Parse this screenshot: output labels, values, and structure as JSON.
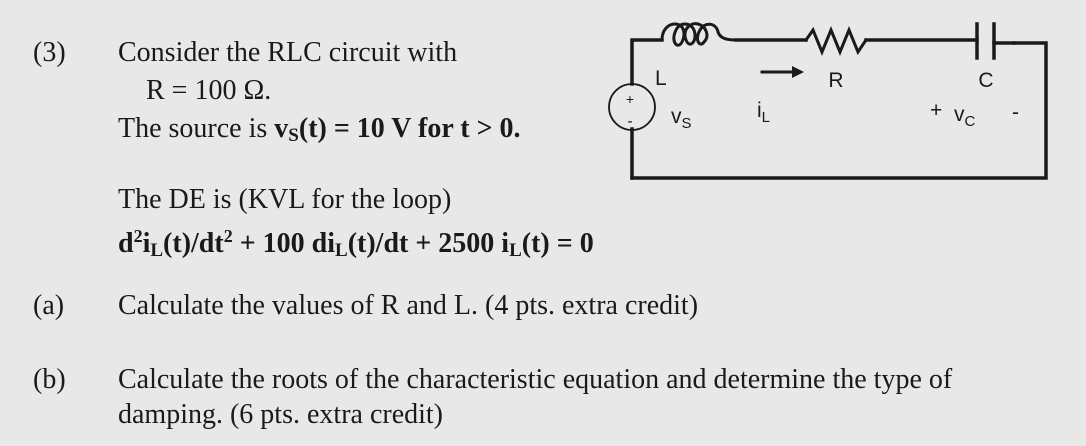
{
  "problem": {
    "number": "(3)",
    "intro": "Consider the RLC circuit with",
    "resistance": "R = 100 Ω.",
    "source_text": "The source is ",
    "source_v": "v",
    "source_sub": "S",
    "source_rest": "(t) = 10 V for t > 0.",
    "de_intro": "The DE is (KVL for the loop)",
    "eq": {
      "p1": "d",
      "s1": "2",
      "p2": "i",
      "s2": "L",
      "p3": "(t)/dt",
      "s3": "2",
      "p4": " + 100 di",
      "s4": "L",
      "p5": "(t)/dt + 2500 i",
      "s5": "L",
      "p6": "(t) = 0"
    }
  },
  "parts": [
    {
      "label": "(a)",
      "text": "Calculate the values of R and L.  (4 pts. extra credit)"
    },
    {
      "label": "(b)",
      "text": "Calculate the roots of the characteristic equation and determine the type of",
      "text2": "damping.  (6 pts. extra credit)"
    }
  ],
  "circuit": {
    "inductor_label": "L",
    "resistor_label": "R",
    "capacitor_label": "C",
    "source_plus": "+",
    "source_minus": "-",
    "vs_main": "v",
    "vs_sub": "S",
    "il_main": "i",
    "il_sub": "L",
    "vc_plus": "+",
    "vc_main": "v",
    "vc_sub": "C",
    "vc_minus": "-"
  }
}
